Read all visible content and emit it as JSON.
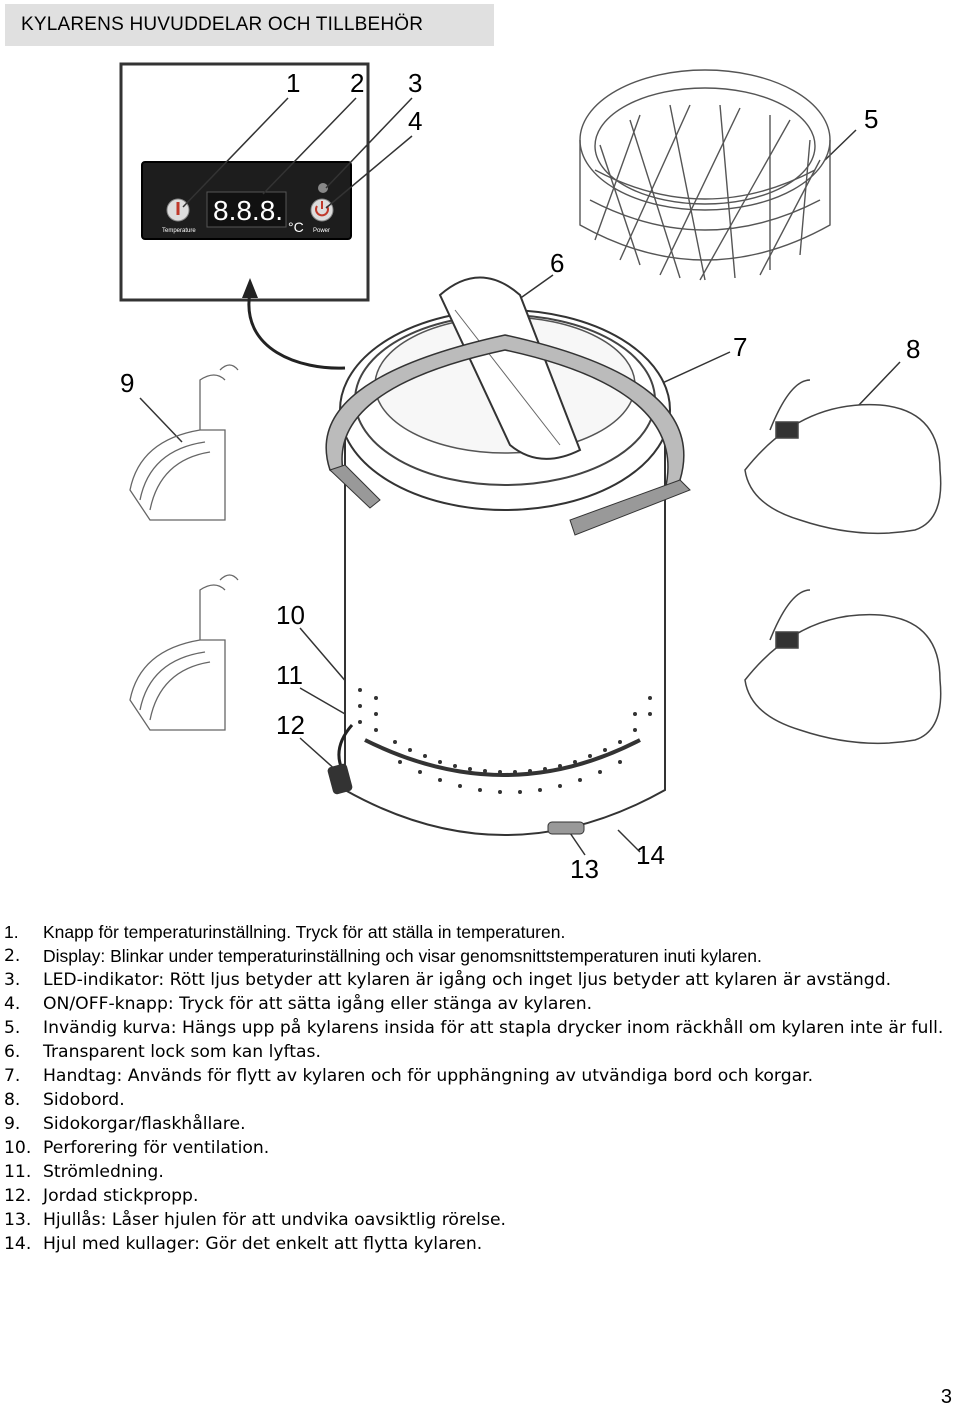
{
  "header": {
    "title": "KYLARENS HUVUDDELAR OCH TILLBEHÖR"
  },
  "illustration": {
    "callouts": [
      "1",
      "2",
      "3",
      "4",
      "5",
      "6",
      "7",
      "8",
      "9",
      "10",
      "11",
      "12",
      "13",
      "14"
    ],
    "panel": {
      "display_digits": "8.8.8.",
      "unit": "°C",
      "temperature_label": "Temperature",
      "power_label": "Power"
    }
  },
  "parts": [
    {
      "num": "1.",
      "text": "Knapp för temperaturinställning. Tryck för att ställa in temperaturen."
    },
    {
      "num": "2.",
      "text": "Display: Blinkar under temperaturinställning och visar genomsnittstemperaturen inuti kylaren."
    },
    {
      "num": "3.",
      "text": "LED-indikator: Rött ljus betyder att kylaren är igång och inget ljus betyder att kylaren är avstängd."
    },
    {
      "num": "4.",
      "text": "ON/OFF-knapp: Tryck för att sätta igång eller stänga av kylaren."
    },
    {
      "num": "5.",
      "text": "Invändig kurva: Hängs upp på kylarens insida för att stapla drycker inom räckhåll om kylaren inte är full."
    },
    {
      "num": "6.",
      "text": "Transparent lock som kan lyftas."
    },
    {
      "num": "7.",
      "text": "Handtag: Används för flytt av kylaren och för upphängning av utvändiga bord och korgar."
    },
    {
      "num": "8.",
      "text": "Sidobord."
    },
    {
      "num": "9.",
      "text": "Sidokorgar/flaskhållare."
    },
    {
      "num": "10.",
      "text": "Perforering för ventilation."
    },
    {
      "num": "11.",
      "text": "Strömledning."
    },
    {
      "num": "12.",
      "text": "Jordad stickpropp."
    },
    {
      "num": "13.",
      "text": "Hjullås: Låser hjulen för att undvika oavsiktlig rörelse."
    },
    {
      "num": "14.",
      "text": "Hjul med kullager: Gör det enkelt att flytta kylaren."
    }
  ],
  "page_number": "3"
}
